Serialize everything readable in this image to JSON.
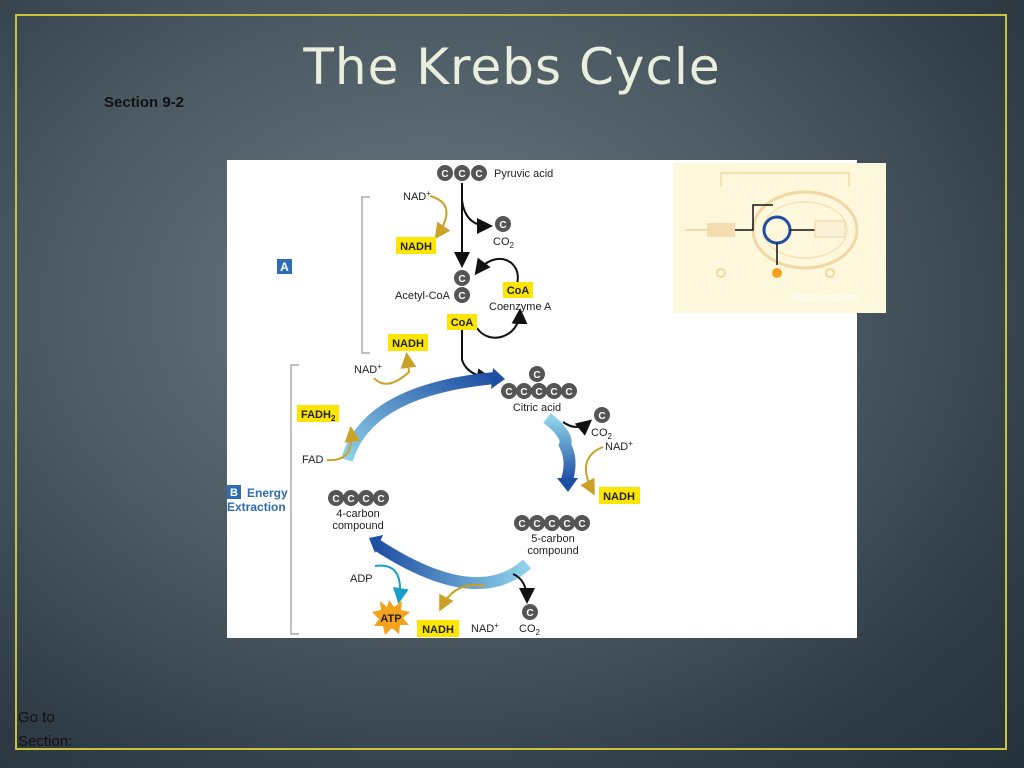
{
  "slide": {
    "title": "The Krebs Cycle",
    "section": "Section 9-2",
    "goto": "Go to Section:"
  },
  "diagram": {
    "pyruvic": "Pyruvic acid",
    "nad_plus": "NAD",
    "plus_sign": "+",
    "nadh": "NADH",
    "co2": "CO",
    "sub2": "2",
    "acetyl": "Acetyl-CoA",
    "coa": "CoA",
    "coenzyme": "Coenzyme A",
    "citric": "Citric acid",
    "five_carbon_1": "5-carbon",
    "five_carbon_2": "compound",
    "four_carbon_1": "4-carbon",
    "four_carbon_2": "compound",
    "fadh": "FADH",
    "fad": "FAD",
    "adp": "ADP",
    "atp": "ATP",
    "c": "C",
    "label_a": "A",
    "label_b": "B",
    "energy": "Energy",
    "extraction": "Extraction",
    "mito": "Mitochondrion"
  },
  "colors": {
    "highlight": "#fce600",
    "dark_blue": "#1f4fa3",
    "light_blue": "#8fd3ea",
    "gold_arrow": "#c9a227",
    "carbon": "#555555"
  }
}
